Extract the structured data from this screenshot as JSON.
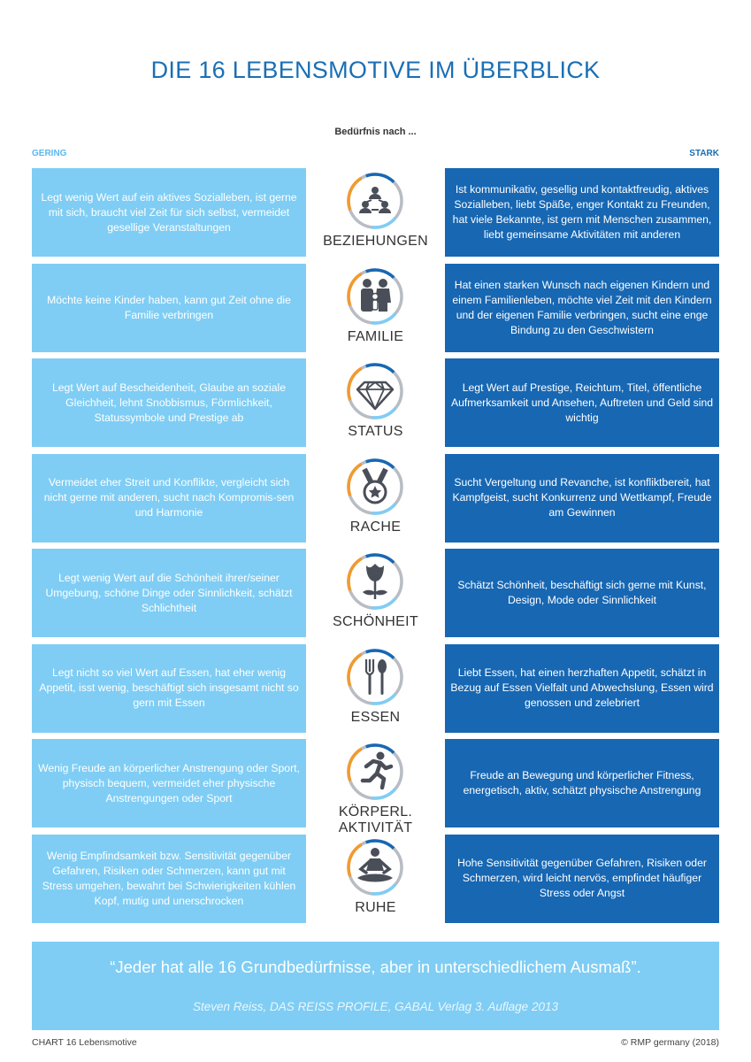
{
  "title": "DIE 16 LEBENSMOTIVE IM ÜBERBLICK",
  "subheading": "Bedürfnis nach ...",
  "scale": {
    "low": "GERING",
    "high": "STARK"
  },
  "colors": {
    "accent_blue": "#1767b3",
    "light_blue": "#7fcdf4",
    "orange": "#f29a2e",
    "ring_gray": "#b8bcc4"
  },
  "motives": [
    {
      "label": "BEZIEHUNGEN",
      "icon": "people-network-icon",
      "low": "Legt wenig Wert auf ein aktives Sozialleben, ist gerne mit sich, braucht viel Zeit für sich selbst, vermeidet gesellige Veranstaltungen",
      "high": "Ist kommunikativ, gesellig und kontaktfreudig, aktives Sozialleben, liebt Späße, enger Kontakt zu Freunden, hat viele Bekannte, ist gern mit Menschen zusammen, liebt gemeinsame Aktivitäten mit anderen"
    },
    {
      "label": "FAMILIE",
      "icon": "family-icon",
      "low": "Möchte keine Kinder haben, kann gut Zeit ohne die Familie verbringen",
      "high": "Hat einen starken Wunsch nach eigenen Kindern und einem Familienleben, möchte viel Zeit mit den Kindern und der eigenen Familie verbringen, sucht eine enge Bindung zu den Geschwistern"
    },
    {
      "label": "STATUS",
      "icon": "diamond-icon",
      "low": "Legt Wert auf Bescheidenheit, Glaube an soziale Gleichheit, lehnt Snobbismus, Förmlichkeit, Statussymbole und Prestige ab",
      "high": "Legt Wert auf Prestige, Reichtum, Titel, öffentliche Aufmerksamkeit und Ansehen, Auftreten und Geld sind wichtig"
    },
    {
      "label": "RACHE",
      "icon": "medal-icon",
      "low": "Vermeidet eher Streit und Konflikte, vergleicht sich nicht gerne mit anderen, sucht nach Kompromis-sen und Harmonie",
      "high": "Sucht Vergeltung und Revanche, ist konfliktbereit, hat Kampfgeist, sucht Konkurrenz und Wettkampf, Freude am Gewinnen"
    },
    {
      "label": "SCHÖNHEIT",
      "icon": "rose-icon",
      "low": "Legt wenig Wert auf die Schönheit ihrer/seiner Umgebung, schöne Dinge oder Sinnlichkeit, schätzt Schlichtheit",
      "high": "Schätzt Schönheit, beschäftigt sich gerne mit Kunst, Design, Mode oder Sinnlichkeit"
    },
    {
      "label": "ESSEN",
      "icon": "fork-spoon-icon",
      "low": "Legt nicht so viel Wert auf Essen, hat eher wenig Appetit, isst wenig, beschäftigt sich insgesamt nicht so gern mit Essen",
      "high": "Liebt Essen, hat einen herzhaften Appetit, schätzt in Bezug auf Essen Vielfalt und Abwechslung, Essen wird genossen und zelebriert"
    },
    {
      "label": "KÖRPERL. AKTIVITÄT",
      "icon": "runner-icon",
      "low": "Wenig Freude an körperlicher Anstrengung oder Sport, physisch bequem, vermeidet eher physische Anstrengungen oder Sport",
      "high": "Freude an Bewegung und körperlicher Fitness, energetisch, aktiv, schätzt physische Anstrengung"
    },
    {
      "label": "RUHE",
      "icon": "meditation-icon",
      "low": "Wenig Empfindsamkeit bzw. Sensitivität gegenüber Gefahren, Risiken oder Schmerzen, kann gut mit Stress umgehen, bewahrt bei Schwierigkeiten kühlen Kopf, mutig und unerschrocken",
      "high": "Hohe Sensitivität gegenüber Gefahren, Risiken oder Schmerzen, wird leicht nervös, empfindet häufiger Stress oder Angst"
    }
  ],
  "quote": "“Jeder hat alle 16 Grundbedürfnisse, aber in unterschiedlichem Ausmaß”.",
  "quote_source": "Steven Reiss, DAS REISS PROFILE, GABAL Verlag 3. Auflage 2013",
  "footer": {
    "left": "CHART 16 Lebensmotive",
    "right": "© RMP germany (2018)"
  }
}
